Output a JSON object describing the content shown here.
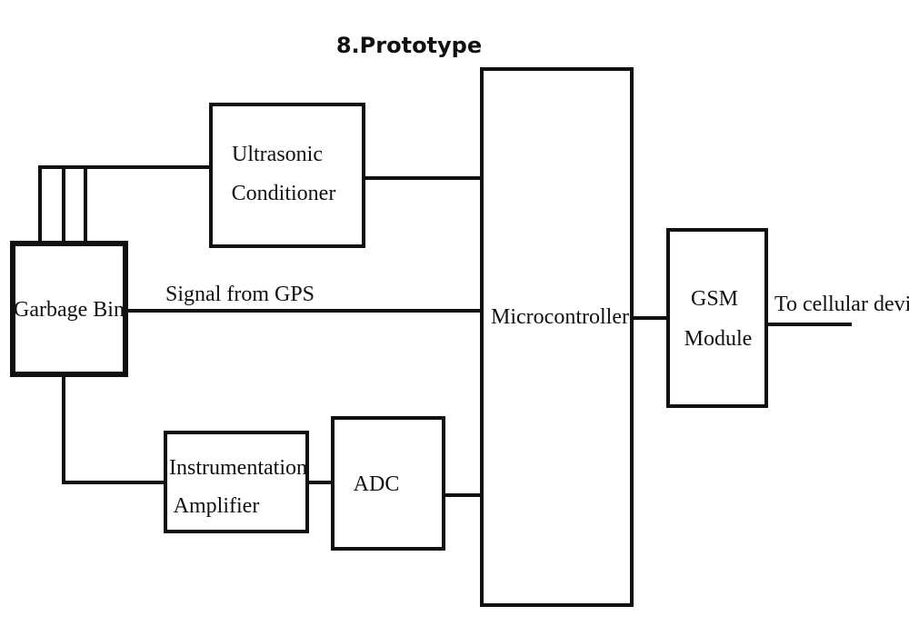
{
  "title": "8.Prototype",
  "blocks": {
    "garbage_bin": "Garbage Bin",
    "ultrasonic": [
      "Ultrasonic",
      "Conditioner"
    ],
    "microcontroller": "Microcontroller",
    "gsm": [
      "GSM",
      "Module"
    ],
    "instrumentation": [
      "Instrumentation",
      "Amplifier"
    ],
    "adc": "ADC"
  },
  "labels": {
    "gps_signal": "Signal from GPS",
    "output": "To cellular device"
  },
  "colors": {
    "line": "#111111",
    "background": "#ffffff"
  }
}
